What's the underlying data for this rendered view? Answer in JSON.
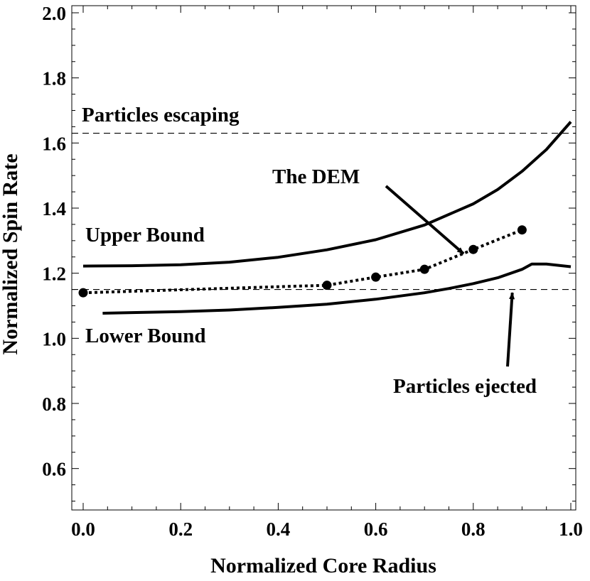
{
  "chart_data": {
    "type": "line",
    "xlabel": "Normalized Core Radius",
    "ylabel": "Normalized Spin Rate",
    "xlim": [
      0.0,
      1.0
    ],
    "ylim": [
      0.48,
      2.02
    ],
    "x_ticks": [
      0.0,
      0.2,
      0.4,
      0.6,
      0.8,
      1.0
    ],
    "x_tick_labels": [
      "0.0",
      "0.2",
      "0.4",
      "0.6",
      "0.8",
      "1.0"
    ],
    "y_ticks": [
      0.6,
      0.8,
      1.0,
      1.2,
      1.4,
      1.6,
      1.8,
      2.0
    ],
    "y_tick_labels": [
      "0.6",
      "0.8",
      "1.0",
      "1.2",
      "1.4",
      "1.6",
      "1.8",
      "2.0"
    ],
    "grid": false,
    "series": [
      {
        "name": "Upper Bound",
        "style": "solid",
        "x": [
          0.0,
          0.1,
          0.2,
          0.3,
          0.4,
          0.5,
          0.6,
          0.7,
          0.8,
          0.85,
          0.9,
          0.95,
          1.0
        ],
        "y": [
          1.222,
          1.223,
          1.226,
          1.234,
          1.249,
          1.272,
          1.303,
          1.348,
          1.413,
          1.457,
          1.513,
          1.58,
          1.665
        ]
      },
      {
        "name": "Lower Bound",
        "style": "solid",
        "x": [
          0.04,
          0.1,
          0.2,
          0.3,
          0.4,
          0.5,
          0.6,
          0.7,
          0.75,
          0.8,
          0.85,
          0.9,
          0.92,
          0.95,
          1.0
        ],
        "y": [
          1.077,
          1.079,
          1.082,
          1.087,
          1.095,
          1.105,
          1.12,
          1.14,
          1.153,
          1.168,
          1.186,
          1.212,
          1.228,
          1.228,
          1.22
        ]
      },
      {
        "name": "The DEM",
        "style": "dotted-with-markers",
        "x": [
          0.0,
          0.5,
          0.6,
          0.7,
          0.8,
          0.9
        ],
        "y": [
          1.14,
          1.163,
          1.188,
          1.212,
          1.273,
          1.333
        ]
      }
    ],
    "reference_lines": [
      {
        "label": "Particles escaping",
        "y": 1.63,
        "style": "dashed"
      },
      {
        "label": "Particles ejected",
        "y": 1.15,
        "style": "dashed"
      }
    ],
    "annotations": [
      {
        "text": "Particles escaping",
        "anchor": "upper-left"
      },
      {
        "text": "The DEM",
        "arrow_to": [
          0.78,
          1.26
        ]
      },
      {
        "text": "Upper Bound",
        "anchor": "left"
      },
      {
        "text": "Lower Bound",
        "anchor": "left"
      },
      {
        "text": "Particles ejected",
        "arrow_to": [
          0.88,
          1.14
        ]
      }
    ]
  }
}
